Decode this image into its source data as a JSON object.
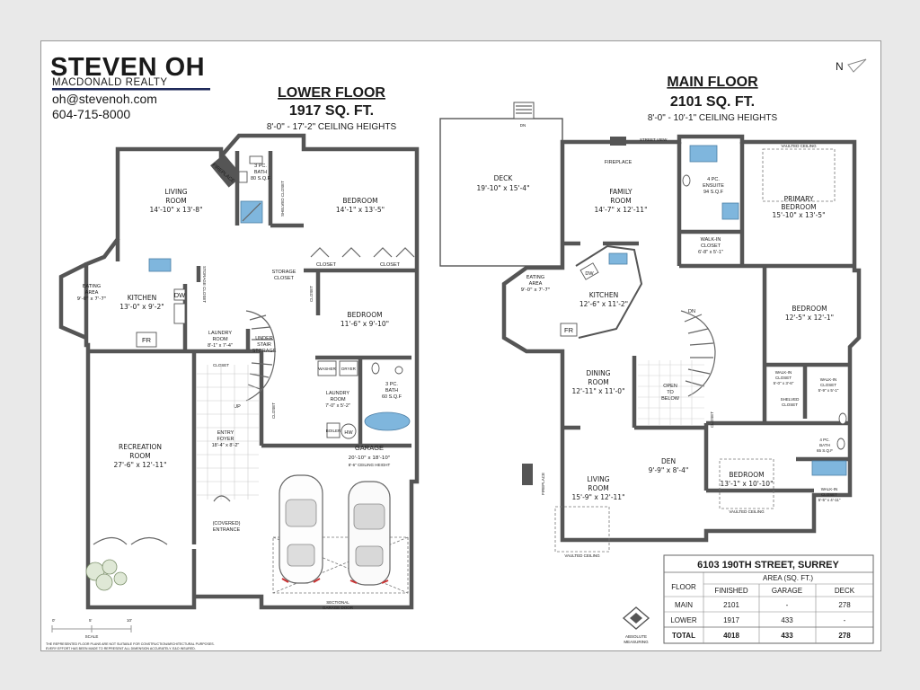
{
  "brand": {
    "name": "STEVEN OH",
    "company": "MACDONALD REALTY",
    "email": "oh@stevenoh.com",
    "phone": "604-715-8000"
  },
  "lower": {
    "title": "LOWER FLOOR",
    "sqft": "1917 SQ. FT.",
    "ceiling": "8'-0\" - 17'-2\" CEILING HEIGHTS"
  },
  "main": {
    "title": "MAIN FLOOR",
    "sqft": "2101 SQ. FT.",
    "ceiling": "8'-0\" - 10'-1\" CEILING HEIGHTS"
  },
  "lower_rooms": {
    "living": [
      "LIVING",
      "ROOM",
      "14'-10\" x 13'-8\""
    ],
    "fireplace": "FIREPLACE",
    "bath3": [
      "3 PC.",
      "BATH",
      "80 S.Q.F"
    ],
    "shelved_closet": "SHELVED CLOSET",
    "bedroom1": [
      "BEDROOM",
      "14'-1\" x 13'-5\""
    ],
    "closet_a": "CLOSET",
    "closet_b": "CLOSET",
    "eating": [
      "EATING",
      "AREA",
      "9'-0\" x 7'-7\""
    ],
    "kitchen": [
      "KITCHEN",
      "13'-0\" x 9'-2\""
    ],
    "dw": "DW",
    "fr": "FR",
    "storage_closet_v": "STORAGE CLOSET",
    "storage_closet": [
      "STORAGE",
      "CLOSET"
    ],
    "closet_c": "CLOSET",
    "bedroom2": [
      "BEDROOM",
      "11'-6\" x 9'-10\""
    ],
    "laundry1": [
      "LAUNDRY",
      "ROOM",
      "8'-1\" x 7'-4\""
    ],
    "closet_d": "CLOSET",
    "understair": [
      "UNDER",
      "STAIR",
      "STORAGE"
    ],
    "washer": "WASHER",
    "dryer": "DRYER",
    "laundry2": [
      "LAUNDRY",
      "ROOM",
      "7'-0\" x 5'-2\""
    ],
    "bath3b": [
      "3 PC.",
      "BATH",
      "60 S.Q.F"
    ],
    "up": "UP",
    "closet_e": "CLOSET",
    "recreation": [
      "RECREATION",
      "ROOM",
      "27'-6\" x 12'-11\""
    ],
    "foyer": [
      "ENTRY",
      "FOYER",
      "18'-4\" x 8'-2\""
    ],
    "boiler": "BOILER",
    "hw": "HW",
    "garage": [
      "GARAGE",
      "20'-10\" x 18'-10\"",
      "8'-6\" CEILING HEIGHT"
    ],
    "entrance": [
      "(COVERED)",
      "ENTRANCE"
    ],
    "garage_door": [
      "SECTIONAL",
      "GARAGE DOOR"
    ]
  },
  "main_rooms": {
    "dn_top": "DN",
    "deck": [
      "DECK",
      "19'-10\" x 15'-4\""
    ],
    "street_view": "STREET VIEW",
    "fireplace": "FIREPLACE",
    "family": [
      "FAMILY",
      "ROOM",
      "14'-7\" x 12'-11\""
    ],
    "ensuite": [
      "4 PC.",
      "ENSUITE",
      "94 S.Q.F"
    ],
    "vaulted_a": "VAULTED CEILING",
    "primary": [
      "PRIMARY",
      "BEDROOM",
      "15'-10\" x 13'-5\""
    ],
    "walkin1": [
      "WALK-IN",
      "CLOSET",
      "6'-8\" x 5'-1\""
    ],
    "eating": [
      "EATING",
      "AREA",
      "9'-0\" x 7'-7\""
    ],
    "kitchen": [
      "KITCHEN",
      "12'-6\" x 11'-2\""
    ],
    "dw": "DW",
    "fr": "FR",
    "dn": "DN",
    "bedroom2": [
      "BEDROOM",
      "12'-5\" x 12'-1\""
    ],
    "dining": [
      "DINING",
      "ROOM",
      "12'-11\" x 11'-0\""
    ],
    "open_below": [
      "OPEN",
      "TO",
      "BELOW"
    ],
    "walkin2": [
      "WALK-IN",
      "CLOSET",
      "5'-0\" x 3'-6\""
    ],
    "walkin3": [
      "WALK-IN",
      "CLOSET",
      "5'-9\" x 5'-1\""
    ],
    "shelved_closet": [
      "SHELVED",
      "CLOSET"
    ],
    "closet": "CLOSET",
    "bath4": [
      "4 PC.",
      "BATH",
      "65 S.Q.F"
    ],
    "den": [
      "DEN",
      "9'-9\" x 8'-4\""
    ],
    "bedroom3": [
      "BEDROOM",
      "13'-1\" x 10'-10\""
    ],
    "walkin4": [
      "WALK-IN",
      "CLOSET",
      "5'-5\" x 4'-11\""
    ],
    "fireplace_v": "FIREPLACE",
    "living": [
      "LIVING",
      "ROOM",
      "15'-9\" x 12'-11\""
    ],
    "vaulted_b": "VAULTED CEILING",
    "vaulted_c": "VAULTED CEILING"
  },
  "scale": {
    "ticks": [
      "0'",
      "5'",
      "10'"
    ],
    "label": "SCALE"
  },
  "disclaimer": [
    "THE REPRESENTED FLOOR PLANS ARE NOT SUITABLE FOR CONSTRUCTION/ARCHITECTURAL PURPOSES.",
    "EVERY EFFORT HAS BEEN MADE TO REPRESENT ALL DIMENSION ACCURATELY. E&O INSURED."
  ],
  "logo_text": [
    "ABSOLUTE",
    "MEASURING"
  ],
  "compass": "N",
  "area_table": {
    "address": "6103 190TH STREET, SURREY",
    "group_header": "AREA (SQ. FT.)",
    "col_floor": "FLOOR",
    "columns": [
      "FINISHED",
      "GARAGE",
      "DECK"
    ],
    "rows": [
      {
        "floor": "MAIN",
        "finished": "2101",
        "garage": "-",
        "deck": "278"
      },
      {
        "floor": "LOWER",
        "finished": "1917",
        "garage": "433",
        "deck": "-"
      }
    ],
    "total": {
      "floor": "TOTAL",
      "finished": "4018",
      "garage": "433",
      "deck": "278"
    }
  },
  "colors": {
    "wall": "#555555",
    "fixture_blue": "#7fb6dd",
    "accent_navy": "#1f2a5a"
  }
}
